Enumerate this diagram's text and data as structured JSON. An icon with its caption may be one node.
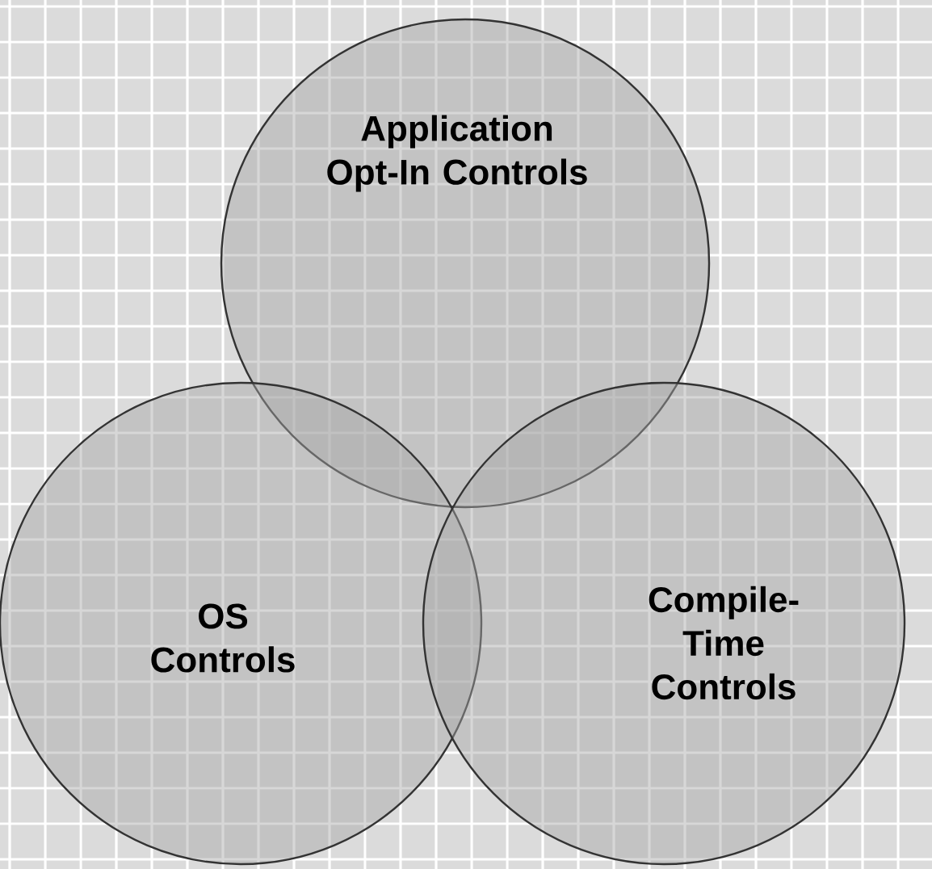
{
  "diagram": {
    "nodes": [
      {
        "text": [
          "Application Opt-In Controls"
        ]
      },
      {
        "text": [
          "OS Controls"
        ]
      },
      {
        "text": [
          "Compile-Time Controls"
        ]
      }
    ]
  }
}
